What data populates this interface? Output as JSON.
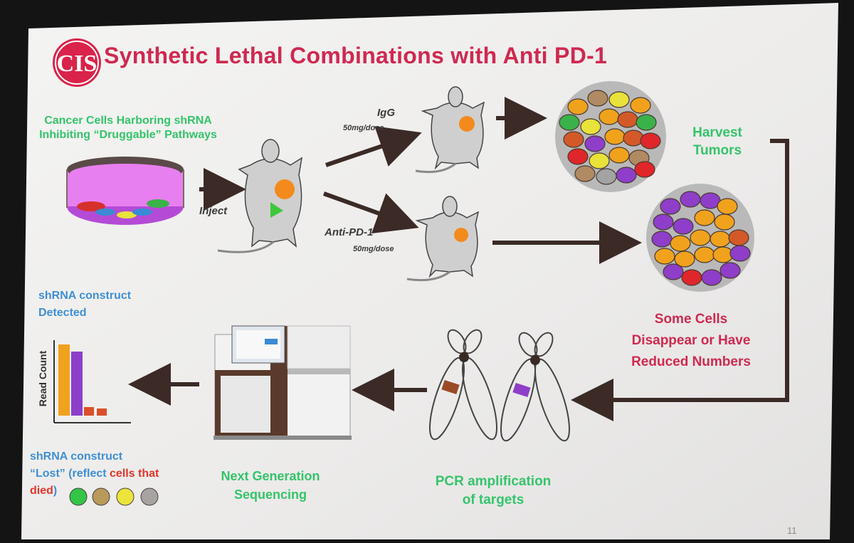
{
  "slide": {
    "logo_text": "CIS",
    "title": "Synthetic Lethal Combinations with Anti PD-1",
    "page_number": "11"
  },
  "labels": {
    "cancer_cells_line1": "Cancer Cells Harboring shRNA",
    "cancer_cells_line2": "Inhibiting “Druggable” Pathways",
    "inject": "Inject",
    "igg": "IgG",
    "igg_dose": "50mg/dose",
    "anti_pd1": "Anti-PD-1",
    "anti_pd1_dose": "50mg/dose",
    "harvest_line1": "Harvest",
    "harvest_line2": "Tumors",
    "some_cells_line1": "Some Cells",
    "some_cells_line2": "Disappear or Have",
    "some_cells_line3": "Reduced Numbers",
    "pcr_line1": "PCR amplification",
    "pcr_line2": "of targets",
    "ngs_line1": "Next Generation",
    "ngs_line2": "Sequencing",
    "detected_line1": "shRNA construct",
    "detected_line2": "Detected",
    "read_count": "Read Count",
    "lost_line1": "shRNA construct",
    "lost_line2a": "“Lost” (reflect ",
    "lost_line2b": "cells that",
    "lost_line3a": "died",
    "lost_line3b": ")"
  },
  "colors": {
    "title": "#cf2950",
    "green_label": "#34c46a",
    "blue_label": "#3f8fd6",
    "red_label": "#e2352a",
    "arrow": "#3b2a26",
    "tumor": "#f38a1c",
    "bar_orange": "#f0a21c",
    "bar_purple": "#8e3ec9",
    "bar_red": "#d9502a"
  },
  "lost_dots": [
    "green",
    "olive",
    "yellow",
    "grey"
  ]
}
